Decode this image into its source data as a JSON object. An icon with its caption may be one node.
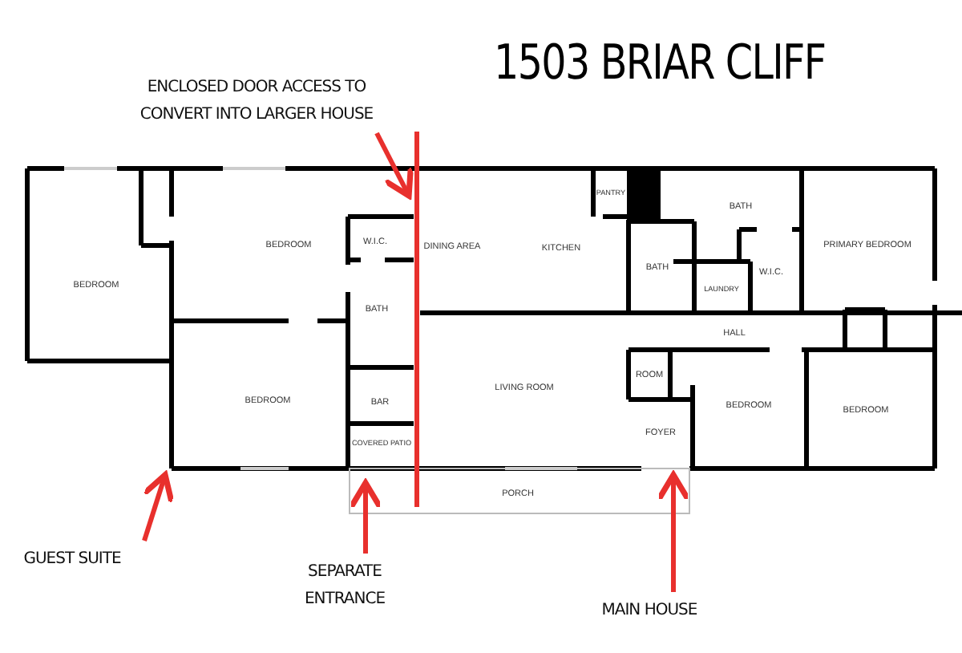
{
  "diagram": {
    "title": "1503 BRIAR CLIFF",
    "nodes": [
      {
        "text": [
          "ENCLOSED DOOR ACCESS TO CONVERT INTO LARGER HOUSE"
        ]
      },
      {
        "text": [
          "GUEST SUITE"
        ]
      },
      {
        "text": [
          "SEPARATE ENTRANCE"
        ]
      },
      {
        "text": [
          "MAIN HOUSE"
        ]
      }
    ],
    "edges": [
      {
        "from": 0,
        "to": null,
        "arrow": "to"
      },
      {
        "from": 1,
        "to": null,
        "arrow": "to"
      },
      {
        "from": 2,
        "to": null,
        "arrow": "to"
      },
      {
        "from": 3,
        "to": null,
        "arrow": "to"
      }
    ],
    "labels": [
      "PANTRY",
      "BATH",
      "BEDROOM",
      "W.I.C.",
      "DINING AREA",
      "KITCHEN",
      "PRIMARY BEDROOM",
      "BATH",
      "W.I.C.",
      "BEDROOM",
      "LAUNDRY",
      "BATH",
      "HALL",
      "LIVING ROOM",
      "ROOM",
      "BEDROOM",
      "BAR",
      "BEDROOM",
      "BEDROOM",
      "FOYER",
      "COVERED PATIO",
      "PORCH"
    ]
  }
}
